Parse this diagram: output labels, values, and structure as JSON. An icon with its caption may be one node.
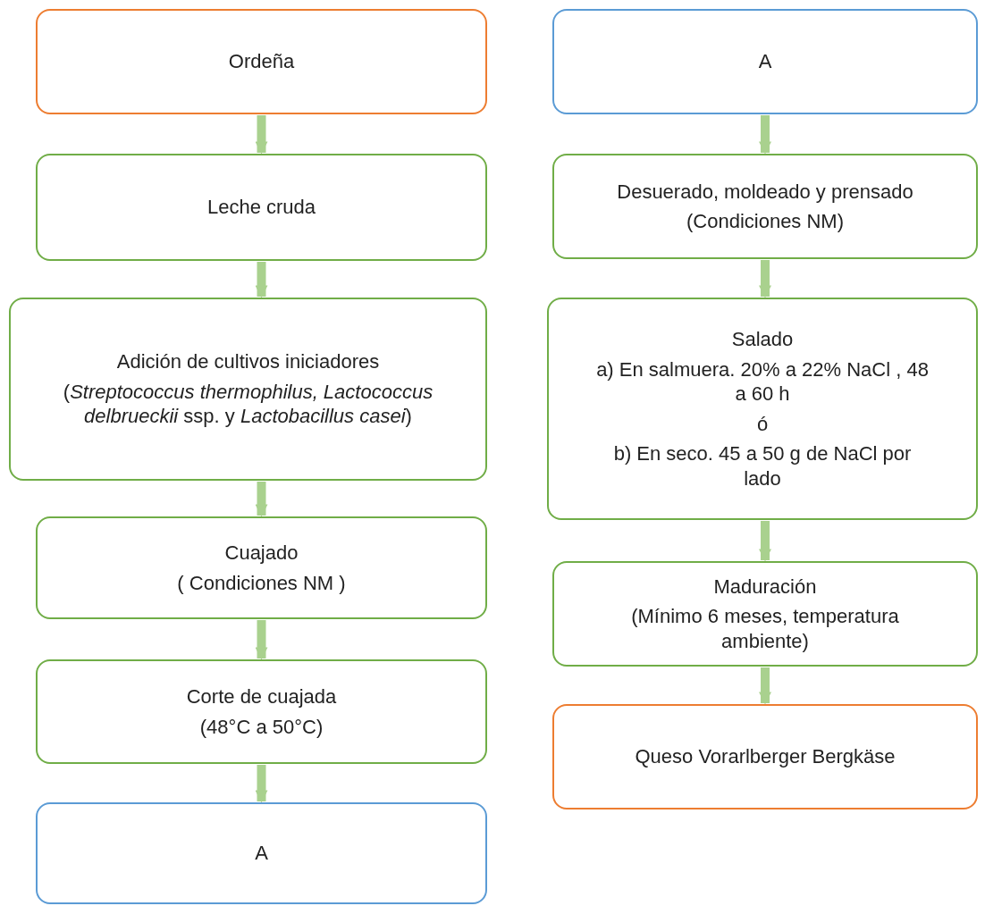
{
  "diagram": {
    "nodes": [
      {
        "text": [
          "Ordeña"
        ]
      },
      {
        "text": [
          "Leche cruda"
        ]
      },
      {
        "text": [
          "Adición de cultivos iniciadores",
          "(*Streptococcus thermophilus, Lactococcus delbrueckii* ssp. y *Lactobacillus casei*)"
        ]
      },
      {
        "text": [
          "Cuajado",
          "( Condiciones NM )"
        ]
      },
      {
        "text": [
          "Corte de cuajada",
          "(48°C a 50°C)"
        ]
      },
      {
        "text": [
          "A"
        ]
      },
      {
        "text": [
          "A"
        ]
      },
      {
        "text": [
          "Desuerado, moldeado y prensado",
          "(Condiciones NM)"
        ]
      },
      {
        "text": [
          "Salado",
          "a) En salmuera. 20% a 22% NaCl , 48 a 60 h",
          "ó",
          "b) En seco. 45 a 50 g de NaCl por lado"
        ]
      },
      {
        "text": [
          "Maduración",
          "(Mínimo 6 meses, temperatura ambiente)"
        ]
      },
      {
        "text": [
          "Queso Vorarlberger Bergkäse"
        ]
      }
    ],
    "edges": [
      {
        "from": 0,
        "to": 1,
        "arrow": "to"
      },
      {
        "from": 1,
        "to": 2,
        "arrow": "to"
      },
      {
        "from": 2,
        "to": 3,
        "arrow": "to"
      },
      {
        "from": 3,
        "to": 4,
        "arrow": "to"
      },
      {
        "from": 4,
        "to": 5,
        "arrow": "to"
      },
      {
        "from": 6,
        "to": 7,
        "arrow": "to"
      },
      {
        "from": 7,
        "to": 8,
        "arrow": "to"
      },
      {
        "from": 8,
        "to": 9,
        "arrow": "to"
      },
      {
        "from": 9,
        "to": 10,
        "arrow": "to"
      }
    ]
  }
}
